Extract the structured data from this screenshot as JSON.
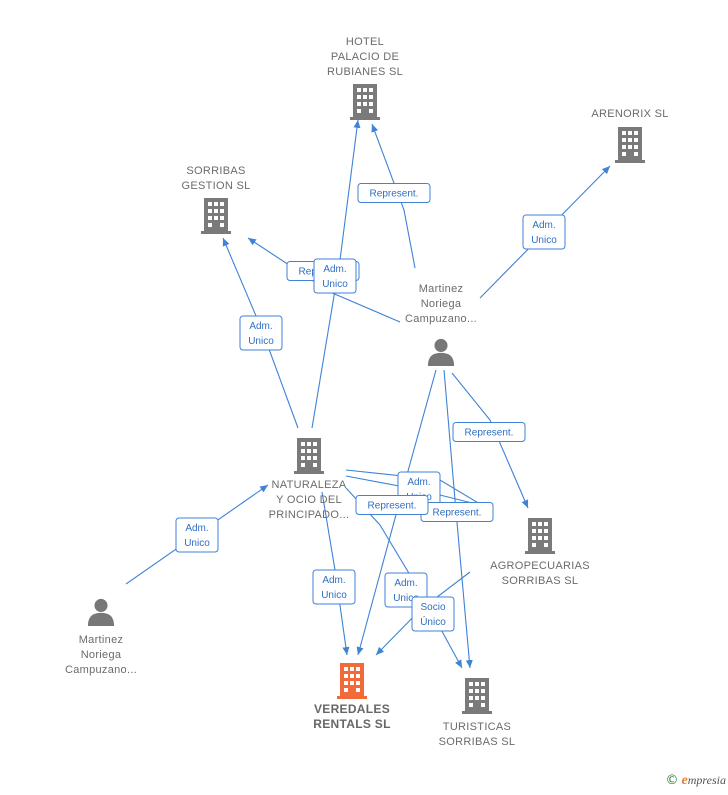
{
  "colors": {
    "edge": "#3f82d6",
    "company": "#7a7a7a",
    "main_company": "#f26a3a",
    "person": "#777777",
    "label": "#6b6b6b"
  },
  "nodes": [
    {
      "id": "hotel",
      "type": "company",
      "lines": [
        "HOTEL",
        "PALACIO DE",
        "RUBIANES SL"
      ]
    },
    {
      "id": "arenorix",
      "type": "company",
      "lines": [
        "ARENORIX  SL"
      ]
    },
    {
      "id": "sorribas_gestion",
      "type": "company",
      "lines": [
        "SORRIBAS",
        "GESTION SL"
      ]
    },
    {
      "id": "naturaleza",
      "type": "company",
      "lines": [
        "NATURALEZA",
        "Y OCIO DEL",
        "PRINCIPADO..."
      ]
    },
    {
      "id": "agropecuarias",
      "type": "company",
      "lines": [
        "AGROPECUARIAS",
        "SORRIBAS  SL"
      ]
    },
    {
      "id": "veredales",
      "type": "main_company",
      "lines": [
        "VEREDALES",
        "RENTALS  SL"
      ]
    },
    {
      "id": "turisticas",
      "type": "company",
      "lines": [
        "TURISTICAS",
        "SORRIBAS  SL"
      ]
    },
    {
      "id": "person_top",
      "type": "person",
      "lines": [
        "Martinez",
        "Noriega",
        "Campuzano..."
      ]
    },
    {
      "id": "person_left",
      "type": "person",
      "lines": [
        "Martinez",
        "Noriega",
        "Campuzano..."
      ]
    }
  ],
  "edges": [
    {
      "from": "person_top",
      "to": "hotel",
      "label": [
        "Represent."
      ]
    },
    {
      "from": "person_top",
      "to": "arenorix",
      "label": [
        "Adm.",
        "Unico"
      ]
    },
    {
      "from": "person_top",
      "to": "sorribas_gestion",
      "label": [
        "Represent."
      ]
    },
    {
      "from": "naturaleza",
      "to": "hotel",
      "label": [
        "Adm.",
        "Unico"
      ]
    },
    {
      "from": "naturaleza",
      "to": "sorribas_gestion",
      "label": [
        "Adm.",
        "Unico"
      ]
    },
    {
      "from": "person_left",
      "to": "naturaleza",
      "label": [
        "Adm.",
        "Unico"
      ]
    },
    {
      "from": "person_top",
      "to": "agropecuarias",
      "label": [
        "Represent."
      ]
    },
    {
      "from": "naturaleza",
      "to": "agropecuarias",
      "label": [
        "Adm.",
        "Unico"
      ]
    },
    {
      "from": "naturaleza",
      "to": "agropecuarias",
      "label": [
        "Represent."
      ]
    },
    {
      "from": "person_top",
      "to": "veredales",
      "label": [
        "Represent."
      ]
    },
    {
      "from": "naturaleza",
      "to": "veredales",
      "label": [
        "Adm.",
        "Unico"
      ]
    },
    {
      "from": "naturaleza",
      "to": "turisticas",
      "label": [
        "Adm.",
        "Unico"
      ]
    },
    {
      "from": "agropecuarias",
      "to": "veredales",
      "label": [
        "Socio",
        "Único"
      ]
    },
    {
      "from": "person_top",
      "to": "turisticas",
      "label": []
    }
  ],
  "brand": {
    "copyright": "©",
    "initial": "e",
    "rest": "mpresia"
  }
}
